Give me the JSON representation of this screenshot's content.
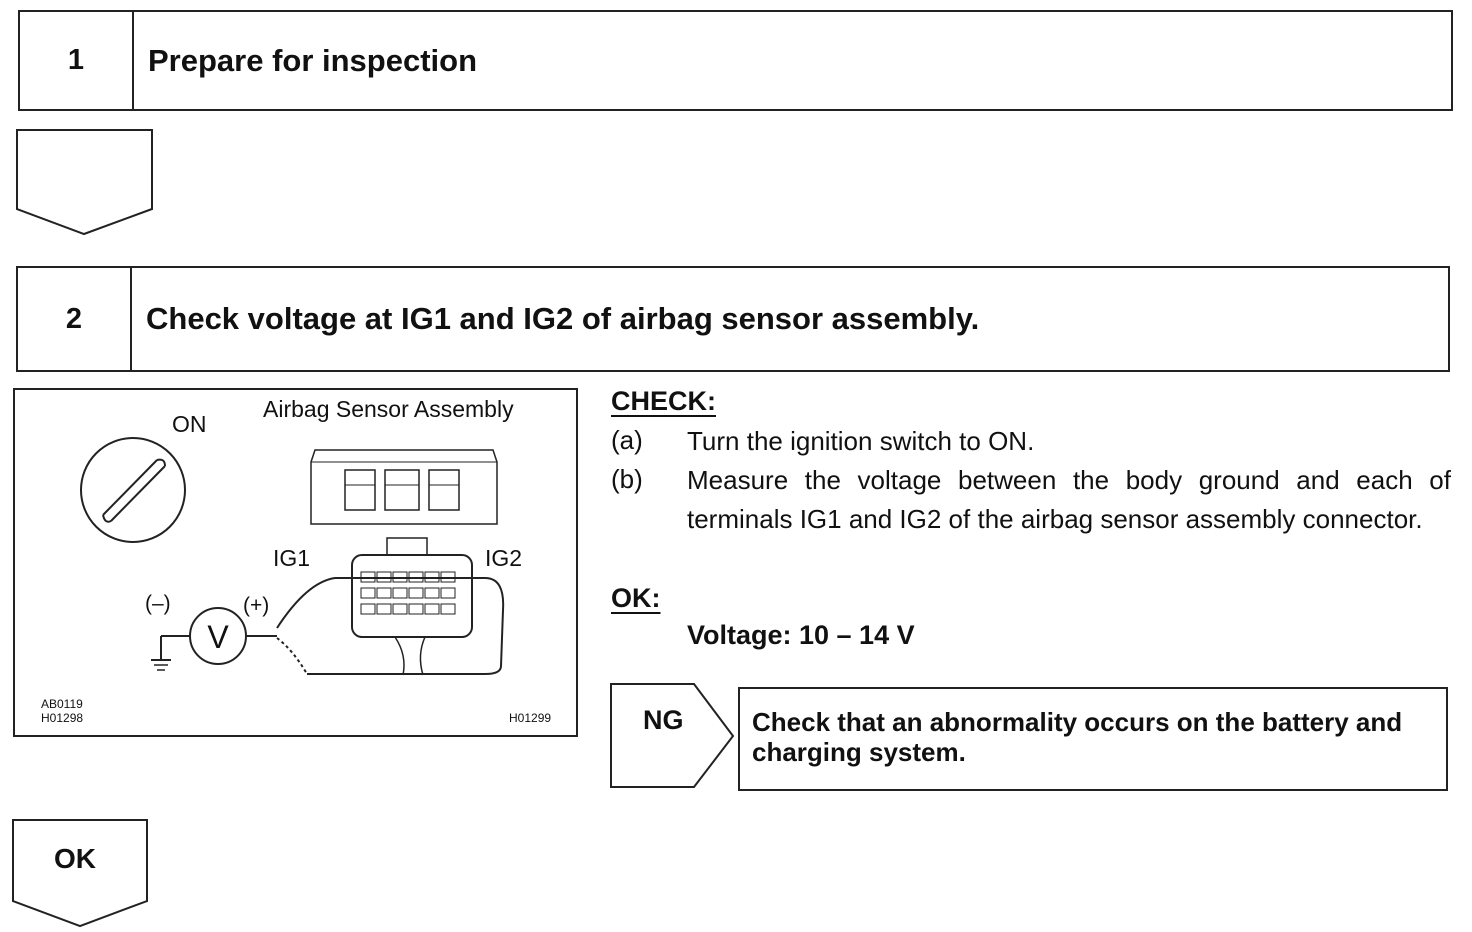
{
  "step1": {
    "number": "1",
    "title": "Prepare for inspection"
  },
  "step2": {
    "number": "2",
    "title": "Check voltage at IG1 and IG2 of airbag sensor assembly."
  },
  "figure": {
    "title": "Airbag Sensor Assembly",
    "switch_label": "ON",
    "terminal_left": "IG1",
    "terminal_right": "IG2",
    "minus": "(–)",
    "plus": "(+)",
    "meter_symbol": "V",
    "codes_left": [
      "AB0119",
      "H01298"
    ],
    "code_right": "H01299"
  },
  "check": {
    "heading": "CHECK:",
    "items": [
      {
        "mark": "(a)",
        "text": "Turn the ignition switch to ON."
      },
      {
        "mark": "(b)",
        "text": "Measure the voltage between the body ground and each of terminals IG1 and IG2 of the airbag sensor assembly connector."
      }
    ]
  },
  "ok": {
    "heading": "OK:",
    "spec": "Voltage: 10 – 14 V"
  },
  "ng": {
    "label": "NG",
    "result": "Check that an abnormality occurs on the battery and charging system."
  },
  "final_ok": {
    "label": "OK"
  }
}
